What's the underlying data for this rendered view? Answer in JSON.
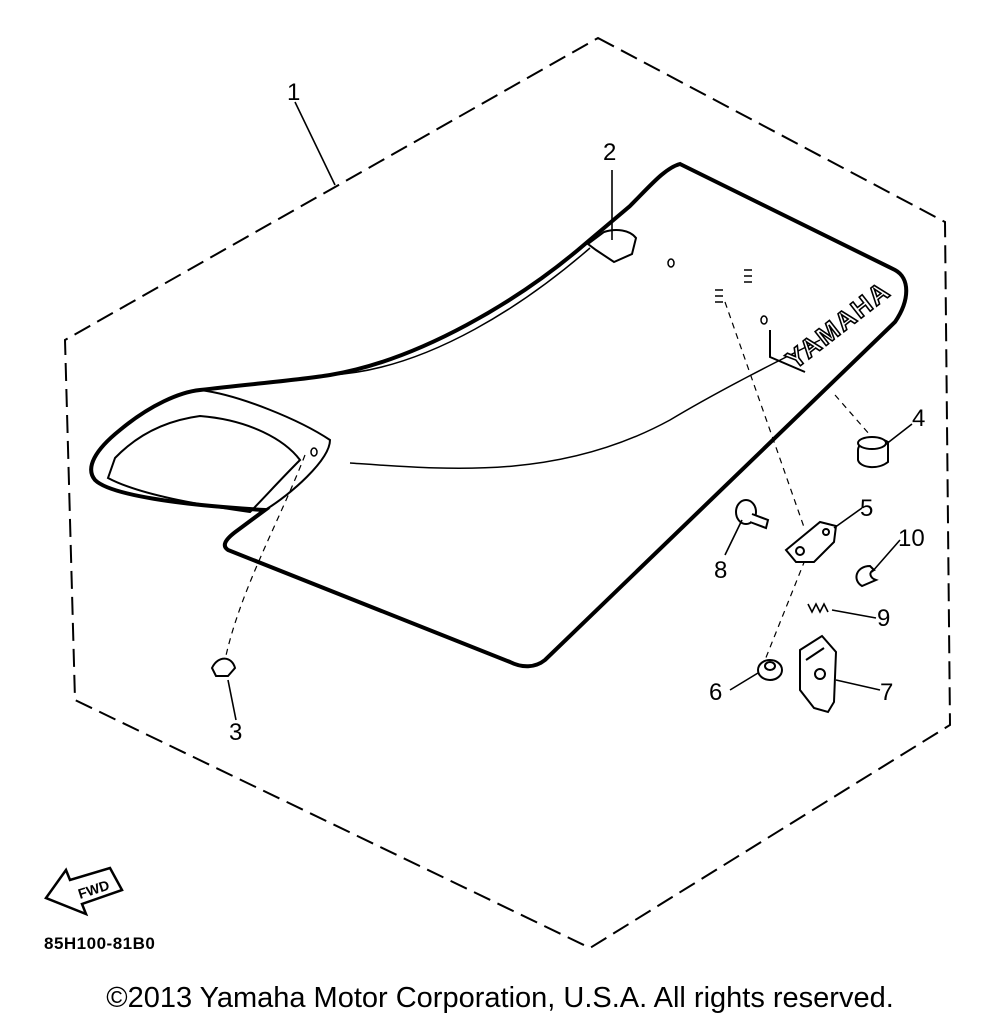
{
  "diagram": {
    "callouts": [
      "1",
      "2",
      "3",
      "4",
      "5",
      "6",
      "7",
      "8",
      "9",
      "10"
    ],
    "brand_text": "YAMAHA",
    "fwd_label": "FWD",
    "part_code": "85H100-81B0"
  },
  "footer": {
    "copyright": "©2013 Yamaha Motor Corporation, U.S.A. All rights reserved."
  },
  "colors": {
    "ink": "#000000",
    "paper": "#ffffff"
  }
}
